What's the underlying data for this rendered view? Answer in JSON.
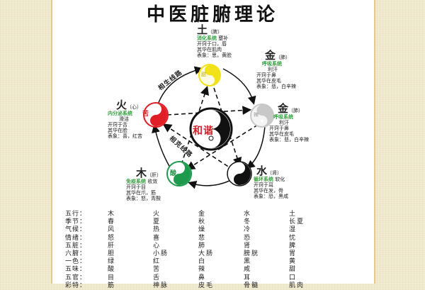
{
  "title": "中医脏腑理论",
  "colors": {
    "background": "#efe8cc",
    "panel": "#ffffff",
    "panel_border": "#e2c98d",
    "system_text": "#2e9e3a",
    "earth": "#f2e21a",
    "metal": "#c8c8c8",
    "water": "#111111",
    "wood": "#1d9a4c",
    "fire": "#e01e25",
    "center_text": "#d0202a"
  },
  "diagram": {
    "center_label": "和谐",
    "generating_label": "相生线路",
    "restraining_label": "相克线路",
    "elements": [
      {
        "id": "earth",
        "char": "土",
        "organ": "（脾）",
        "system": "消化系统",
        "extra": "壅补",
        "taste_mark": "甜",
        "lines": [
          "开窍于口，唇",
          "其华在肌肉",
          "表象：思，黄脸"
        ]
      },
      {
        "id": "metal-top",
        "char": "金",
        "organ": "（肺）",
        "system": "呼吸系统",
        "extra": "利汗",
        "lines": [
          "开窍于鼻",
          "其华在皮毛",
          "表象：悲，白辛辣"
        ]
      },
      {
        "id": "metal",
        "char": "金",
        "organ": "（肺）",
        "system": "呼吸系统",
        "extra": "利汗",
        "taste_mark": "辣",
        "lines": [
          "开窍于鼻",
          "其华在皮毛",
          "表象：悲，白辛辣"
        ]
      },
      {
        "id": "water",
        "char": "水",
        "organ": "（肾）",
        "system": "循环系统",
        "extra": "软化",
        "taste_mark": "咸",
        "lines": [
          "开窍于耳",
          "其华在发，骨",
          "表象：恐，黑咸"
        ]
      },
      {
        "id": "wood",
        "char": "木",
        "organ": "（肝）",
        "system": "免疫系统",
        "extra": "收敛",
        "taste_mark": "酸",
        "lines": [
          "开窍于目",
          "其华在爪，筋",
          "表象：怒，青酸"
        ]
      },
      {
        "id": "fire",
        "char": "火",
        "organ": "（心）",
        "system": "内分泌系统",
        "extra": "滑洁",
        "taste_mark": "苦",
        "lines": [
          "开窍于舌",
          "其华在脸",
          "表象：喜，红苦"
        ]
      }
    ]
  },
  "table": {
    "rows": [
      [
        "五行：",
        "木",
        "火",
        "金",
        "水",
        "土"
      ],
      [
        "季节：",
        "春",
        "夏",
        "秋",
        "冬",
        "长夏"
      ],
      [
        "气候：",
        "风",
        "热",
        "燥",
        "冷",
        "湿"
      ],
      [
        "情绪：",
        "怒",
        "喜",
        "悲",
        "恐",
        "忧"
      ],
      [
        "五脏：",
        "肝",
        "心",
        "肺",
        "肾",
        "脾"
      ],
      [
        "六腑：",
        "胆",
        "小肠",
        "大肠",
        "膀胱",
        "胃"
      ],
      [
        "一色：",
        "绿",
        "红",
        "白",
        "黑",
        "黄"
      ],
      [
        "五味：",
        "酸",
        "苦",
        "辣",
        "咸",
        "甜"
      ],
      [
        "五官：",
        "目",
        "舌",
        "鼻",
        "耳",
        "口"
      ],
      [
        "彩特：",
        "筋",
        "神脉",
        "皮毛",
        "骨髓",
        "肌肉"
      ]
    ]
  }
}
